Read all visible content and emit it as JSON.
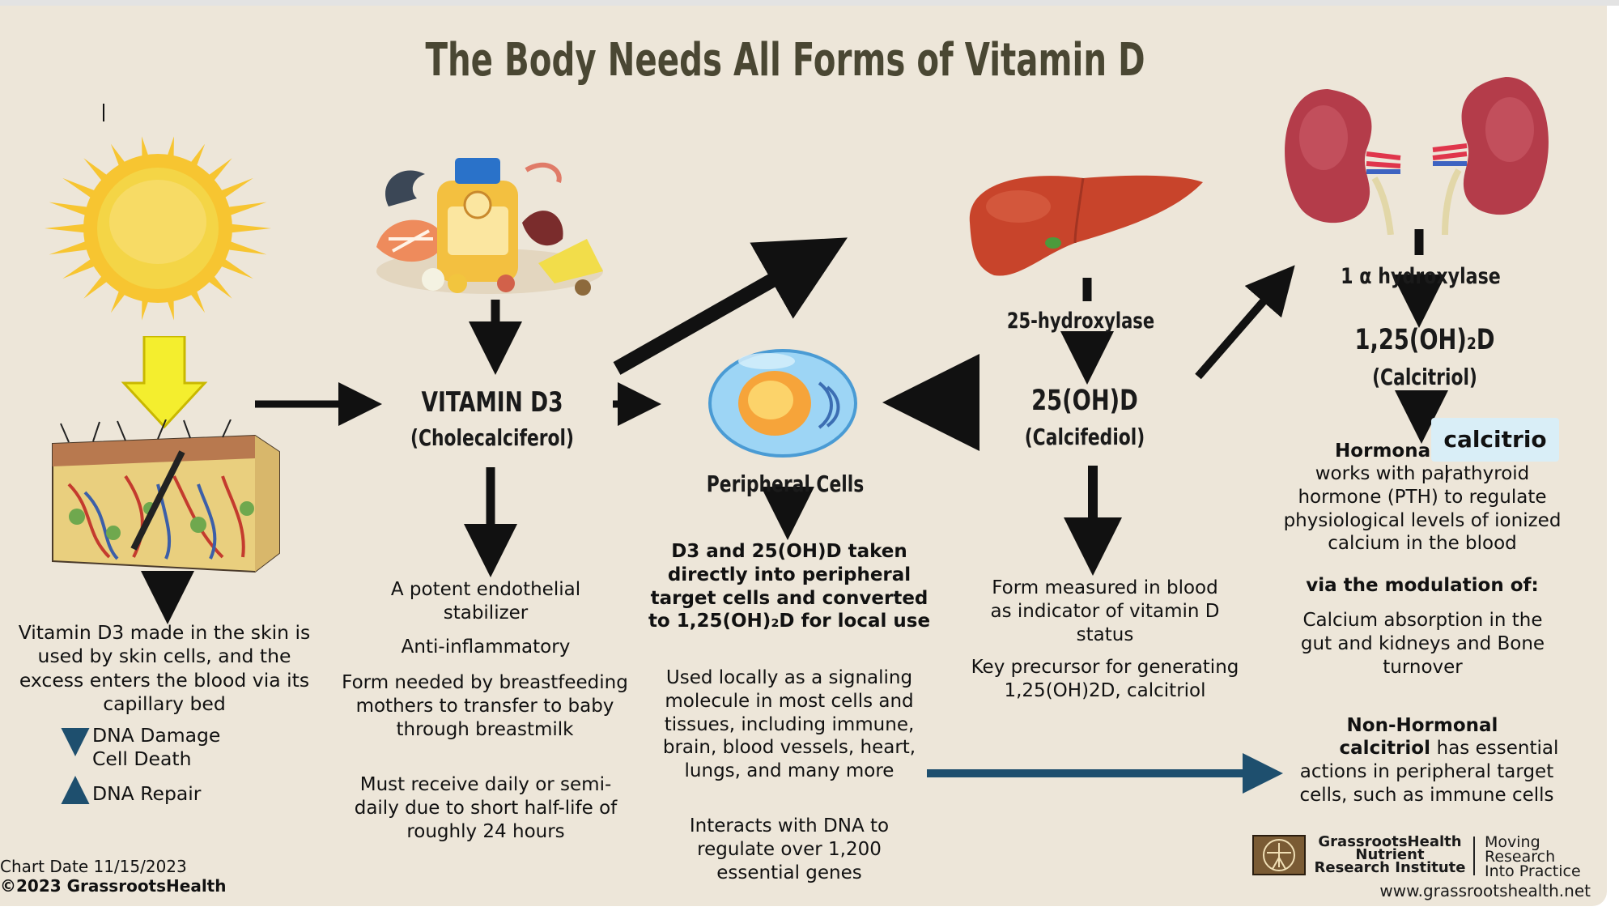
{
  "title": "The Body Needs All Forms of Vitamin D",
  "skin": {
    "text": "Vitamin D3 made in the skin is used by skin cells, and the excess enters the blood via its capillary bed",
    "down_items": [
      "DNA Damage",
      "Cell Death"
    ],
    "up_item": "DNA Repair"
  },
  "vitamin_d3": {
    "name": "VITAMIN D3",
    "form": "(Cholecalciferol)",
    "notes": [
      "A potent endothelial stabilizer",
      "Anti-inflammatory",
      "Form needed by breastfeeding mothers to transfer to baby through breastmilk",
      "Must receive daily or semi-daily due to short half-life of roughly 24 hours"
    ]
  },
  "peripheral": {
    "name": "Peripheral Cells",
    "bold_text": "D3 and 25(OH)D taken directly into peripheral target cells and converted to 1,25(OH)₂D for local use",
    "notes": [
      "Used locally as a signaling molecule in most cells and tissues, including immune, brain, blood vessels, heart, lungs, and many more",
      "Interacts with DNA to regulate over 1,200 essential genes"
    ]
  },
  "liver": {
    "enzyme": "25-hydroxylase",
    "name": "25(OH)D",
    "form": "(Calcifediol)",
    "notes": [
      "Form measured in blood as indicator of vitamin D status",
      "Key precursor for generating 1,25(OH)2D, calcitriol"
    ]
  },
  "kidney": {
    "enzyme": "1 α hydroxylase",
    "name": "1,25(OH)₂D",
    "form": "(Calcitriol)",
    "hormonal_title": "Hormonal",
    "hormonal_text": "works with parathyroid hormone (PTH) to regulate physiological levels of ionized calcium in the blood",
    "modulation": "via the modulation of:",
    "modulation_items": "Calcium absorption in the gut and kidneys and Bone turnover",
    "nonhormonal_title": "Non-Hormonal",
    "nonhormonal_lead": "calcitriol",
    "nonhormonal_text": "has essential actions in peripheral target cells, such as immune cells"
  },
  "tooltip": "calcitrio",
  "footer": {
    "date": "Chart Date 11/15/2023",
    "copyright": "©2023 GrassrootsHealth"
  },
  "logo": {
    "org_line1": "GrassrootsHealth",
    "org_line2": "Nutrient",
    "org_line3": "Research Institute",
    "tag_line1": "Moving",
    "tag_line2": "Research",
    "tag_line3": "Into Practice",
    "url": "www.grassrootshealth.net"
  },
  "colors": {
    "background": "#ede6d9",
    "title": "#4a4733",
    "arrow": "#111111",
    "sun": "#f7c531",
    "sun_arrow": "#f4ee2e",
    "blue_arrow": "#1e4f6e",
    "kidney": "#b43c4a",
    "liver": "#c8442b"
  }
}
